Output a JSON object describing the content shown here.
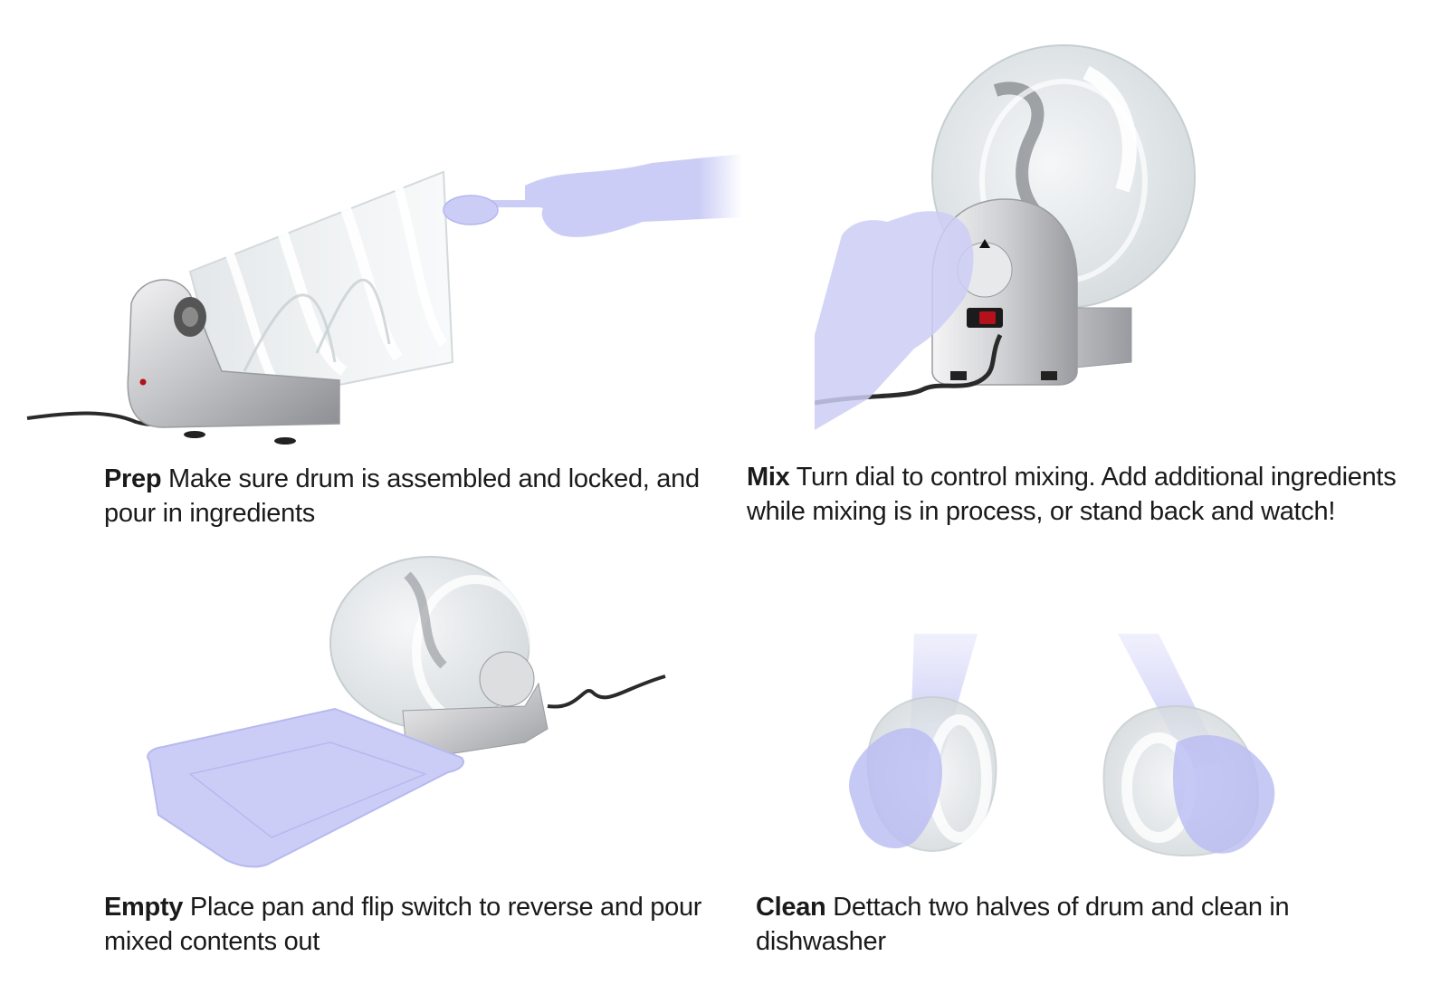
{
  "colors": {
    "hand": "#cccdf6",
    "body_silver": "#c9c9cc",
    "body_shadow": "#8f9096",
    "drum_glass": "#e8ecee",
    "cord": "#2a2a2a",
    "switch_red": "#b3121b"
  },
  "panels": [
    {
      "step": "Prep",
      "text": "Make sure drum is assembled and locked, and pour in ingredients"
    },
    {
      "step": "Mix",
      "text": "Turn dial to control mixing. Add additional ingredients while mixing is in process, or stand back and watch!"
    },
    {
      "step": "Empty",
      "text": "Place pan and flip switch to reverse and pour mixed contents out"
    },
    {
      "step": "Clean",
      "text": "Dettach two halves of drum and clean in dishwasher"
    }
  ]
}
